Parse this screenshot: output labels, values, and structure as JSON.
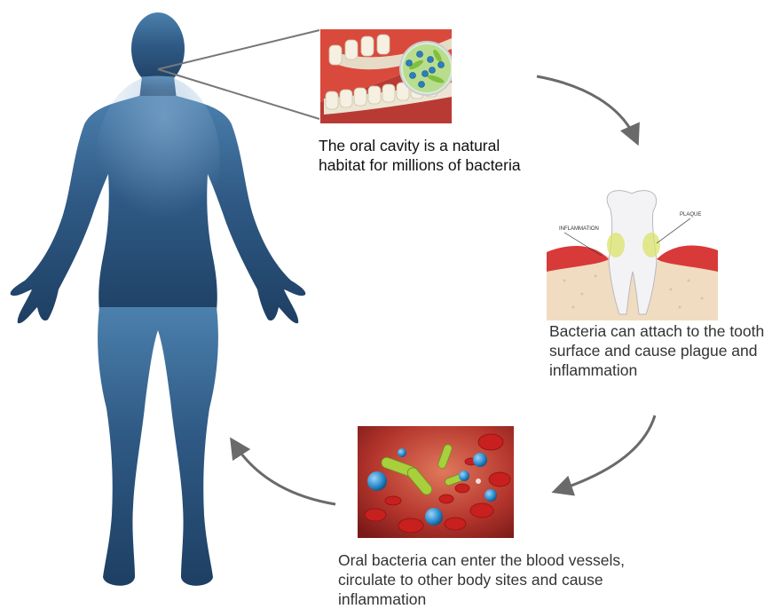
{
  "colors": {
    "figure_top": "#4a7eaa",
    "figure_bottom": "#1f4268",
    "arrow": "#6a6a6a",
    "gum": "#d83a3a",
    "tooth": "#f3f3f6",
    "plaque": "#d9e36a",
    "blood_bg": "#b3322c",
    "rbc": "#c81f1f",
    "bacteria_blue": "#2d8fd0",
    "bacteria_green": "#a8cf3c"
  },
  "figure": {
    "icon": "human-silhouette-icon"
  },
  "panels": [
    {
      "icon": "open-mouth-teeth-icon",
      "caption": "The oral cavity is a natural habitat for millions of bacteria"
    },
    {
      "icon": "tooth-cross-section-icon",
      "caption": "Bacteria can attach to the tooth surface and cause plague and inflammation",
      "labels": {
        "left": "INFLAMMATION",
        "right": "PLAQUE"
      }
    },
    {
      "icon": "blood-vessel-bacteria-icon",
      "caption": "Oral bacteria can enter the blood vessels, circulate to other body sites and cause inflammation"
    }
  ]
}
